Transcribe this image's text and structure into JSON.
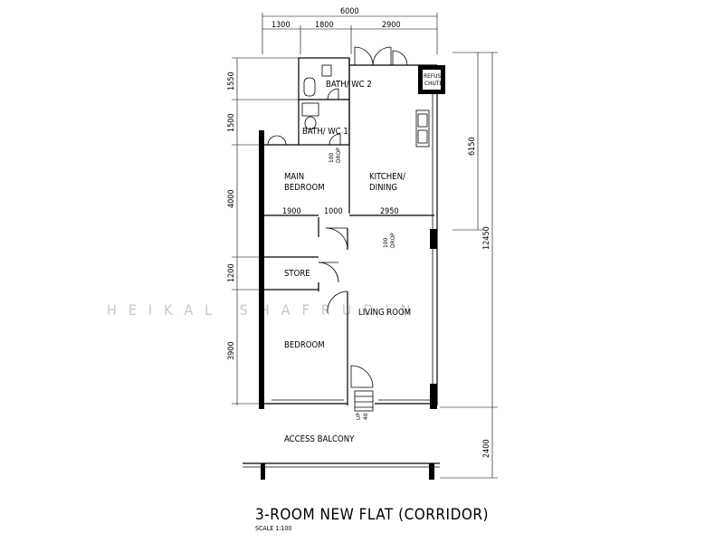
{
  "title": "3-ROOM NEW FLAT (CORRIDOR)",
  "scale": "SCALE  1:100",
  "watermark": "HEIKAL SHAFRUDIN",
  "rooms": {
    "bath_wc_2": "BATH/ WC 2",
    "bath_wc_1": "BATH/ WC 1",
    "kitchen": [
      "KITCHEN/",
      "DINING"
    ],
    "main_bedroom": [
      "MAIN",
      "BEDROOM"
    ],
    "store": "STORE",
    "living_room": "LIVING ROOM",
    "bedroom": "BEDROOM",
    "access_balcony": "ACCESS  BALCONY",
    "refuse_chute": [
      "REFUSE",
      "CHUTE"
    ]
  },
  "notes": {
    "drop_1": [
      "100",
      "DROP"
    ],
    "drop_2": [
      "100",
      "DROP"
    ],
    "up": [
      "UP",
      "40"
    ]
  },
  "dimensions": {
    "top_total": "6000",
    "top_a": "1300",
    "top_b": "1800",
    "top_c": "2900",
    "left_1": "1550",
    "left_2": "1500",
    "left_3": "4000",
    "left_4": "1200",
    "left_5": "3900",
    "mid_a": "1900",
    "mid_b": "1000",
    "mid_c": "2950",
    "right_a": "6150",
    "right_total": "12450",
    "right_b": "2400"
  }
}
